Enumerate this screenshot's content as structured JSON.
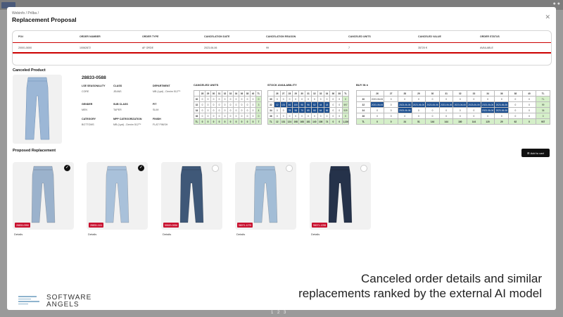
{
  "window": {
    "breadcrumb": "Webinfo / Prilba /",
    "title": "Replacement Proposal"
  },
  "order": {
    "columns": [
      "PO#",
      "ORDER NUMBER",
      "ORDER TYPE",
      "CANCELATION DATE",
      "CANCELATION REASON",
      "CANCELED UNITS",
      "CANCELED VALUE",
      "ORDER STATUS"
    ],
    "row": [
      "20001-5000",
      "10062872",
      "AF ORDE",
      "2023-06-06",
      "99",
      "7",
      "35720 €",
      "AVAILABLE"
    ]
  },
  "canceled_product": {
    "section_label": "Canceled Product",
    "code": "28833-0588",
    "attributes": [
      {
        "h": "LSE SEASONALITY",
        "v": "CORE"
      },
      {
        "h": "CLASS",
        "v": "JEANS"
      },
      {
        "h": "DEPARTMENT",
        "v": "MB (Lyst) - Denim 512™"
      },
      {
        "h": "GENDER",
        "v": "MEN"
      },
      {
        "h": "SUB CLASS",
        "v": "TAPER"
      },
      {
        "h": "FIT",
        "v": "SLIM"
      },
      {
        "h": "CATEGORY",
        "v": "BOTTOMS"
      },
      {
        "h": "MPP CATEGORIZATION",
        "v": "MB (Lyst) - Denim 512™"
      },
      {
        "h": "FINISH",
        "v": "FLAT FINISH"
      }
    ]
  },
  "canceled_units": {
    "title": "CANCELED UNITS",
    "headers": [
      "",
      "28",
      "29",
      "30",
      "31",
      "32",
      "33",
      "34",
      "36",
      "38",
      "40",
      "TL"
    ],
    "rows": [
      [
        "30",
        "0",
        "0",
        "0",
        "0",
        "0",
        "0",
        "0",
        "0",
        "0",
        "0",
        "0"
      ],
      [
        "32",
        "0",
        "0",
        "0",
        "0",
        "0",
        "0",
        "0",
        "0",
        "0",
        "0",
        "3"
      ],
      [
        "34",
        "0",
        "0",
        "0",
        "0",
        "0",
        "0",
        "0",
        "0",
        "0",
        "0",
        "4"
      ],
      [
        "36",
        "0",
        "0",
        "0",
        "0",
        "0",
        "0",
        "0",
        "0",
        "0",
        "0",
        "0"
      ],
      [
        "TL",
        "0",
        "0",
        "0",
        "0",
        "0",
        "0",
        "0",
        "0",
        "0",
        "0",
        "7"
      ]
    ]
  },
  "stock": {
    "title": "STOCK AVAILABILITY",
    "headers": [
      "",
      "26",
      "27",
      "28",
      "29",
      "30",
      "31",
      "32",
      "33",
      "34",
      "36",
      "38",
      "TL"
    ],
    "rows": [
      [
        "30",
        "0",
        "0",
        "0",
        "0",
        "0",
        "0",
        "0",
        "0",
        "0",
        "0",
        "0",
        "0"
      ],
      [
        "32",
        "12",
        "131",
        "46",
        "100",
        "98",
        "96",
        "52",
        "44",
        "18",
        "0",
        "0",
        "597"
      ],
      [
        "34",
        "0",
        "0",
        "78",
        "98",
        "70",
        "85",
        "88",
        "64",
        "56",
        "0",
        "0",
        "539"
      ],
      [
        "36",
        "0",
        "0",
        "0",
        "0",
        "0",
        "0",
        "0",
        "0",
        "0",
        "0",
        "0",
        "0"
      ],
      [
        "TL",
        "12",
        "131",
        "124",
        "198",
        "168",
        "181",
        "140",
        "108",
        "74",
        "0",
        "0",
        "1,136"
      ]
    ]
  },
  "buy_in": {
    "title": "BUY IN",
    "headers": [
      "",
      "26",
      "27",
      "28",
      "29",
      "30",
      "31",
      "32",
      "33",
      "34",
      "36",
      "38",
      "40",
      "TL"
    ],
    "rows": [
      [
        "30",
        "2023-06-06",
        "0",
        "0",
        "0",
        "0",
        "0",
        "0",
        "0",
        "0",
        "0",
        "0",
        "0",
        "TL"
      ],
      [
        "32",
        "2023-06-06",
        "0",
        "2023-06-06",
        "2023-06-06",
        "2023-06-06",
        "2023-06-06",
        "2023-06-06",
        "2023-06-06",
        "2023-06-06",
        "2023-06-06",
        "0",
        "0",
        "99"
      ],
      [
        "34",
        "0",
        "0",
        "2023-06-06",
        "0",
        "0",
        "0",
        "0",
        "0",
        "2023-06-06",
        "2023-06-06",
        "0",
        "0",
        "36"
      ],
      [
        "36",
        "0",
        "0",
        "0",
        "0",
        "0",
        "0",
        "0",
        "0",
        "0",
        "0",
        "0",
        "0",
        "0"
      ],
      [
        "TL",
        "0",
        "0",
        "24",
        "51",
        "144",
        "144",
        "180",
        "144",
        "120",
        "29",
        "62",
        "0",
        "937"
      ]
    ]
  },
  "proposed": {
    "section_label": "Proposed Replacement",
    "add_button": "Add to cart",
    "details_label": "Details",
    "items": [
      {
        "code": "28833-0990",
        "checked": true,
        "color": "#9bb2cc"
      },
      {
        "code": "28833-1111",
        "checked": true,
        "color": "#a9c1da"
      },
      {
        "code": "55520-0836",
        "checked": false,
        "color": "#3f5878"
      },
      {
        "code": "98071-1275",
        "checked": false,
        "color": "#a3bdd6"
      },
      {
        "code": "98071-1298",
        "checked": false,
        "color": "#25324a"
      }
    ]
  },
  "caption": [
    "Canceled order details and similar",
    "replacements ranked by the external AI model"
  ],
  "logo": [
    "SOFTWARE",
    "ANGELS"
  ],
  "pager": [
    "1",
    "2",
    "3"
  ],
  "product_color": "#9cb7d6"
}
